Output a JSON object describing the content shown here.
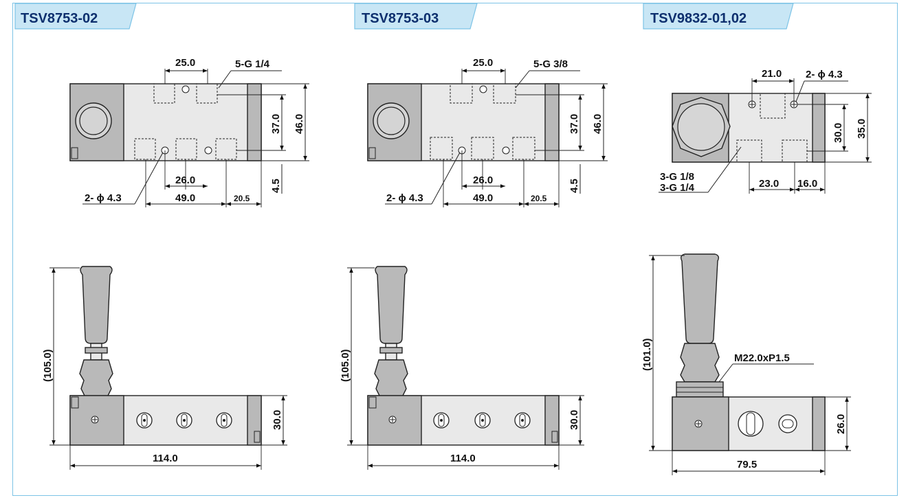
{
  "panels": [
    {
      "title": "TSV8753-02",
      "top_view": {
        "port_label": "5-G 1/4",
        "hole_label": "2- ϕ 4.3",
        "dims": {
          "top_pitch": "25.0",
          "bottom_pitch": "26.0",
          "length_a": "49.0",
          "length_b": "20.5",
          "height_inner": "37.0",
          "height_outer": "46.0",
          "offset": "4.5"
        }
      },
      "side_view": {
        "height": "(105.0)",
        "body_height": "30.0",
        "length": "114.0"
      }
    },
    {
      "title": "TSV8753-03",
      "top_view": {
        "port_label": "5-G 3/8",
        "hole_label": "2- ϕ 4.3",
        "dims": {
          "top_pitch": "25.0",
          "bottom_pitch": "26.0",
          "length_a": "49.0",
          "length_b": "20.5",
          "height_inner": "37.0",
          "height_outer": "46.0",
          "offset": "4.5"
        }
      },
      "side_view": {
        "height": "(105.0)",
        "body_height": "30.0",
        "length": "114.0"
      }
    },
    {
      "title": "TSV9832-01,02",
      "top_view": {
        "hole_label": "2- ϕ 4.3",
        "port_label_1": "3-G 1/8",
        "port_label_2": "3-G 1/4",
        "dims": {
          "top_pitch": "21.0",
          "height_inner": "30.0",
          "height_outer": "35.0",
          "pitch_a": "23.0",
          "pitch_b": "16.0"
        }
      },
      "side_view": {
        "height": "(101.0)",
        "thread_label": "M22.0xP1.5",
        "body_height": "26.0",
        "length": "79.5"
      }
    }
  ],
  "colors": {
    "frame": "#7cc3e6",
    "tab": "#c8e6f5",
    "title": "#0d2f6e"
  }
}
